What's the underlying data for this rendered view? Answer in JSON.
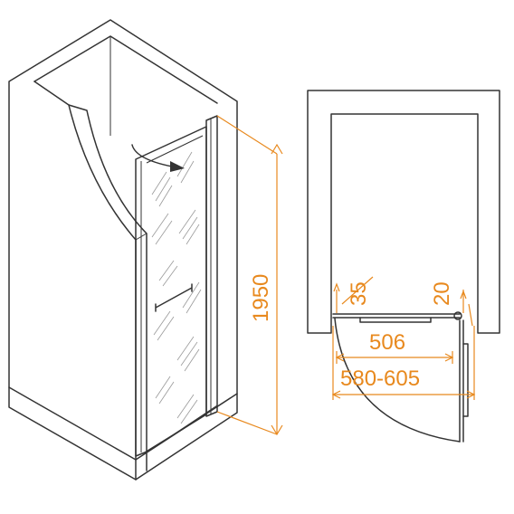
{
  "dimensions": {
    "height": "1950",
    "hinge_offset": "35",
    "gap": "20",
    "panel_width": "506",
    "opening_width": "580-605"
  },
  "colors": {
    "line": "#333333",
    "dimension": "#e8891e",
    "background": "#ffffff"
  }
}
